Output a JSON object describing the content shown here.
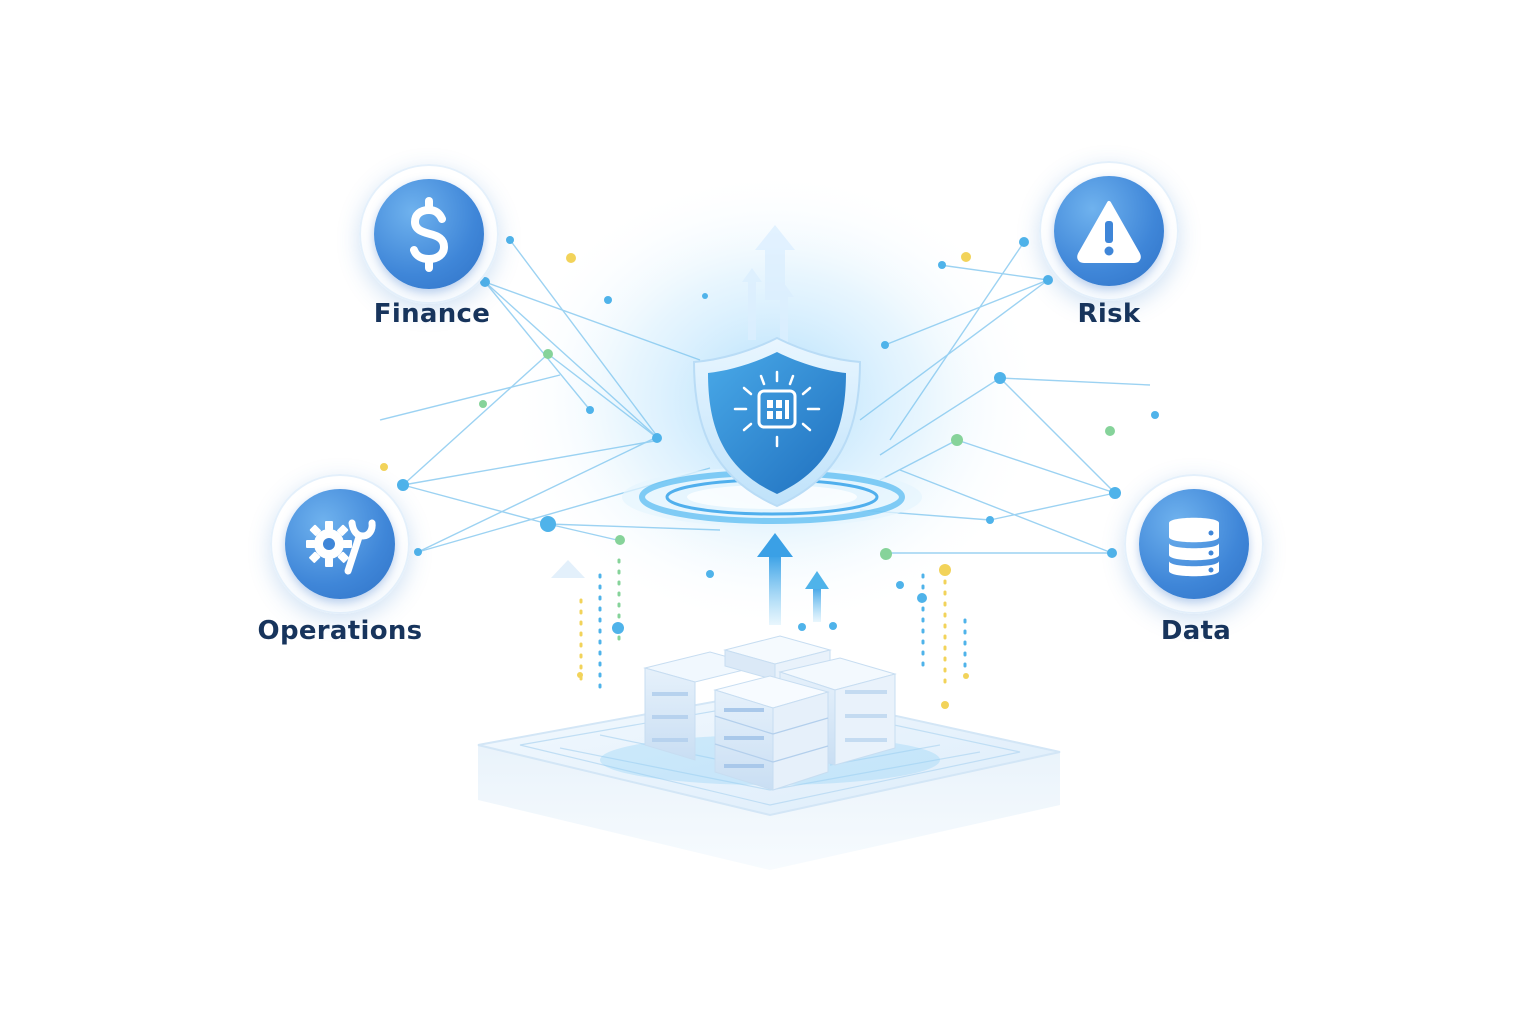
{
  "nodes": {
    "finance": {
      "label": "Finance",
      "icon": "dollar-icon"
    },
    "risk": {
      "label": "Risk",
      "icon": "warning-icon"
    },
    "operations": {
      "label": "Operations",
      "icon": "gear-wrench-icon"
    },
    "data": {
      "label": "Data",
      "icon": "database-icon"
    }
  },
  "hub": {
    "icon": "shield-chip-icon"
  },
  "base": {
    "icon": "server-stack-icon"
  },
  "colors": {
    "accent": "#3f86d8",
    "label": "#17345c",
    "line": "#7cc4ee",
    "dot_blue": "#4fb3ea",
    "dot_green": "#86d39a",
    "dot_yellow": "#f2d35a"
  }
}
